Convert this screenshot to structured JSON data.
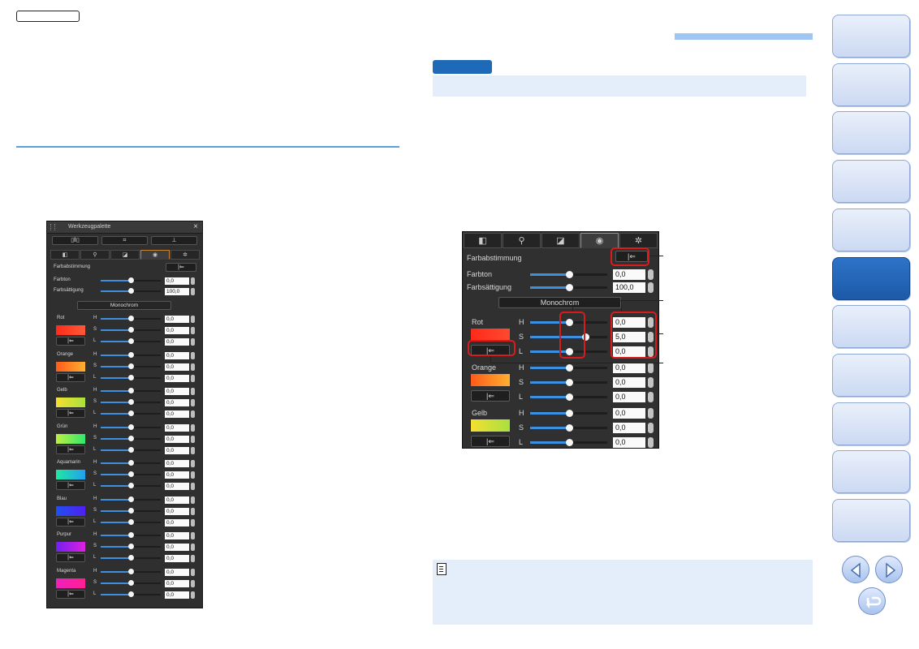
{
  "small_palette": {
    "title": "Werkzeugpalette",
    "close_icon": "×",
    "toolbar_icons": [
      "tool-a-icon",
      "crop-icon",
      "stamp-icon"
    ],
    "tab_icons": [
      "◧",
      "⚲",
      "◪",
      "◉",
      "✲"
    ],
    "section_title": "Farbabstimmung",
    "reset_icon": "|⇐",
    "sliders": [
      {
        "label": "Farbton",
        "value": "0,0",
        "pos": 0.5
      },
      {
        "label": "Farbsättigung",
        "value": "100,0",
        "pos": 0.5
      }
    ],
    "monochrom_label": "Monochrom",
    "colors": [
      {
        "name": "Rot",
        "swatch": "linear-gradient(90deg,#ff2a1a,#ff5a3a)",
        "h": "0,0",
        "s": "0,0",
        "l": "0,0"
      },
      {
        "name": "Orange",
        "swatch": "linear-gradient(90deg,#ff5a1a,#ffb030)",
        "h": "0,0",
        "s": "0,0",
        "l": "0,0"
      },
      {
        "name": "Gelb",
        "swatch": "linear-gradient(90deg,#f5e030,#a8e040)",
        "h": "0,0",
        "s": "0,0",
        "l": "0,0"
      },
      {
        "name": "Grün",
        "swatch": "linear-gradient(90deg,#c0f040,#30e870)",
        "h": "0,0",
        "s": "0,0",
        "l": "0,0"
      },
      {
        "name": "Aquamarin",
        "swatch": "linear-gradient(90deg,#20e8a0,#20a0f0)",
        "h": "0,0",
        "s": "0,0",
        "l": "0,0"
      },
      {
        "name": "Blau",
        "swatch": "linear-gradient(90deg,#2050f0,#5020f0)",
        "h": "0,0",
        "s": "0,0",
        "l": "0,0"
      },
      {
        "name": "Purpur",
        "swatch": "linear-gradient(90deg,#7020f0,#e020e0)",
        "h": "0,0",
        "s": "0,0",
        "l": "0,0"
      },
      {
        "name": "Magenta",
        "swatch": "linear-gradient(90deg,#f020c0,#ff2090)",
        "h": "0,0",
        "s": "0,0",
        "l": "0,0"
      }
    ]
  },
  "big_panel": {
    "tab_icons": [
      "◧",
      "⚲",
      "◪",
      "◉",
      "✲"
    ],
    "section_title": "Farbabstimmung",
    "reset_icon": "|⇐",
    "sliders": [
      {
        "label": "Farbton",
        "value": "0,0",
        "pos": 0.5
      },
      {
        "label": "Farbsättigung",
        "value": "100,0",
        "pos": 0.5
      }
    ],
    "monochrom_label": "Monochrom",
    "colors": [
      {
        "name": "Rot",
        "swatch": "linear-gradient(90deg,#ff2a1a,#ff4a30)",
        "h": "0,0",
        "s": "5,0",
        "l": "0,0",
        "hpos": 0.5,
        "spos": 0.72,
        "lpos": 0.5
      },
      {
        "name": "Orange",
        "swatch": "linear-gradient(90deg,#ff5a1a,#ffb030)",
        "h": "0,0",
        "s": "0,0",
        "l": "0,0",
        "hpos": 0.5,
        "spos": 0.5,
        "lpos": 0.5
      },
      {
        "name": "Gelb",
        "swatch": "linear-gradient(90deg,#f5e030,#a8e040)",
        "h": "0,0",
        "s": "0,0",
        "l": "0,0",
        "hpos": 0.5,
        "spos": 0.5,
        "lpos": 0.5
      }
    ]
  },
  "nav": {
    "tab_count": 11,
    "active_index": 5,
    "prev_icon": "arrow-left-icon",
    "next_icon": "arrow-right-icon",
    "back_icon": "return-icon"
  },
  "accent_colors": {
    "link_blue": "#5a9de0",
    "note_tag": "#1f6ab8",
    "highlight_red": "#d91b1b"
  }
}
